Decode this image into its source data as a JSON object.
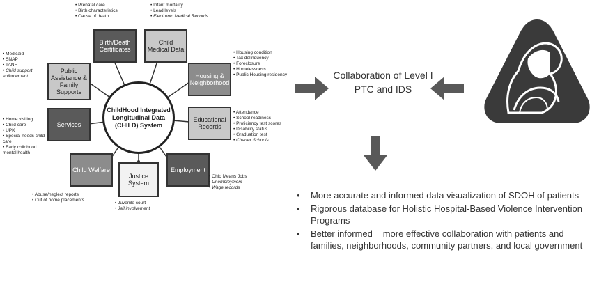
{
  "center_label": "ChildHood Integrated Longitudinal Data (CHILD) System",
  "boxes": {
    "birth_death": "Birth/Death Certificates",
    "child_medical": "Child Medical Data",
    "housing": "Housing & Neighborhood",
    "educational": "Educational Records",
    "employment": "Employment",
    "justice": "Justice System",
    "child_welfare": "Child Welfare",
    "services": "Services",
    "public_assistance": "Public Assistance & Family Supports"
  },
  "bullets": {
    "birth_death": [
      "Prenatal care",
      "Birth characteristics",
      "Cause of death"
    ],
    "child_medical": [
      "Infant mortality",
      "Lead levels",
      "Electronic Medical Records"
    ],
    "housing": [
      "Housing condition",
      "Tax delinquency",
      "Foreclosure",
      "Homelessness",
      "Public Housing residency"
    ],
    "educational": [
      "Attendance",
      "School readiness",
      "Proficiency test scores",
      "Disability status",
      "Graduation test",
      "Charter Schools"
    ],
    "employment": [
      "Ohio Means Jobs",
      "Unemployment",
      "Wage records"
    ],
    "justice": [
      "Juvenile court",
      "Jail involvement"
    ],
    "child_welfare": [
      "Abuse/neglect reports",
      "Out of home placements"
    ],
    "services": [
      "Home visiting",
      "Child care",
      "UPK",
      "Special needs child care",
      "Early childhood mental health"
    ],
    "public_assistance": [
      "Medicaid",
      "SNAP",
      "TANF",
      "Child support enforcement"
    ]
  },
  "collaboration_text": "Collaboration of Level I PTC and IDS",
  "icon": "mother-and-child-logo-icon",
  "outcomes": [
    "More accurate and informed data visualization of SDOH of patients",
    "Rigorous database for Holistic Hospital-Based Violence Intervention Programs",
    "Better informed = more effective collaboration with patients and families, neighborhoods, community partners, and local government"
  ],
  "colors": {
    "arrow": "#595959",
    "logo": "#3a3a3a"
  }
}
